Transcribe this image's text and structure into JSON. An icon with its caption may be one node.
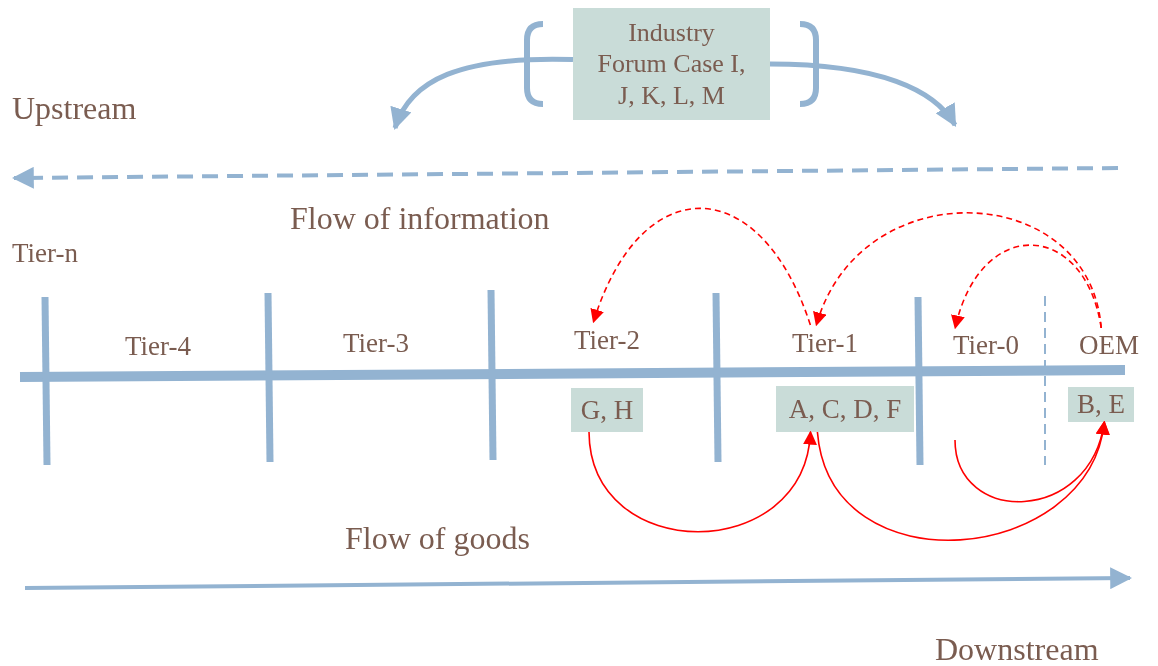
{
  "diagram": {
    "nodes": [
      {
        "text": [
          "Industry Forum Case I, J, K, L, M"
        ]
      },
      {
        "text": [
          "Tier-2"
        ]
      },
      {
        "text": [
          "Tier-1"
        ]
      },
      {
        "text": [
          "Tier-0"
        ]
      },
      {
        "text": [
          "OEM"
        ]
      },
      {
        "text": [
          "G, H"
        ]
      },
      {
        "text": [
          "A, C, D, F"
        ]
      },
      {
        "text": [
          "B, E"
        ]
      }
    ],
    "edges": [
      {
        "from": 0,
        "to": null,
        "arrow": "to",
        "style": "thick",
        "color": "#93b3d1"
      },
      {
        "from": 0,
        "to": null,
        "arrow": "to",
        "style": "thick",
        "color": "#93b3d1"
      },
      {
        "from": 4,
        "to": 2,
        "arrow": "to",
        "style": "dashed"
      },
      {
        "from": 4,
        "to": 3,
        "arrow": "to",
        "style": "dashed"
      },
      {
        "from": 2,
        "to": 1,
        "arrow": "to",
        "style": "dashed"
      },
      {
        "from": 5,
        "to": 6,
        "arrow": "to"
      },
      {
        "from": 6,
        "to": 7,
        "arrow": "to"
      },
      {
        "from": null,
        "to": 7,
        "arrow": "to"
      }
    ],
    "labels": [
      "Upstream",
      "Flow of information",
      "Tier-n",
      "Tier-4",
      "Tier-3",
      "Flow of goods",
      "Downstream"
    ]
  }
}
